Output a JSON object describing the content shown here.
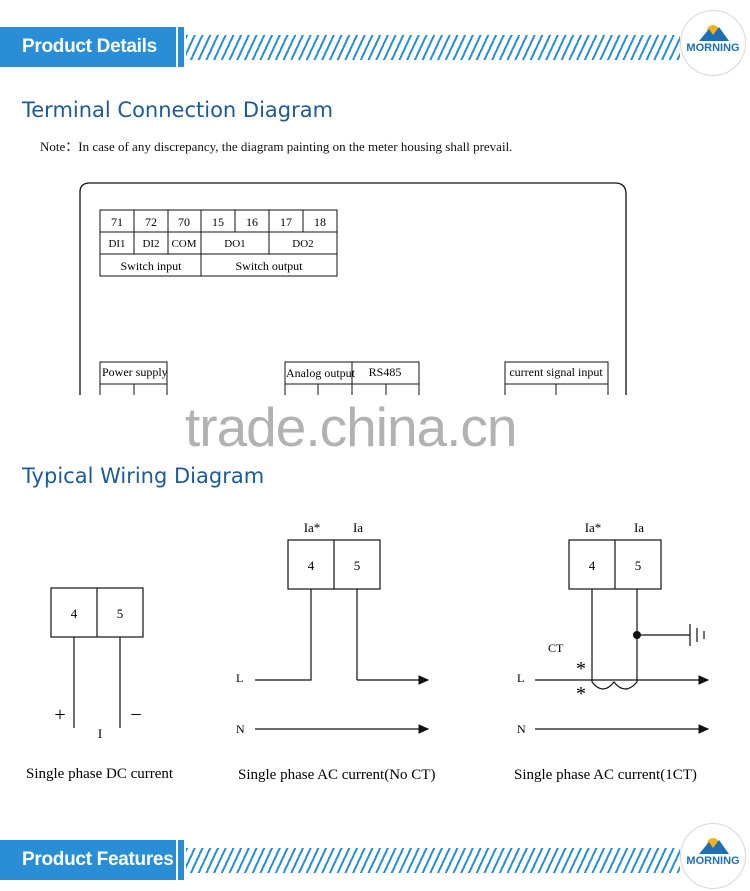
{
  "top_banner": {
    "title": "Product Details"
  },
  "bottom_banner": {
    "title": "Product Features"
  },
  "logo_text": "MORNING",
  "terminal": {
    "heading": "Terminal Connection Diagram",
    "note": "Note：In case of any discrepancy, the diagram painting on the meter housing shall prevail.",
    "numbers": [
      "71",
      "72",
      "70",
      "15",
      "16",
      "17",
      "18"
    ],
    "functions": [
      "DI1",
      "DI2",
      "COM",
      "DO1",
      "DO2"
    ],
    "groups": [
      "Switch input",
      "Switch output"
    ],
    "power_supply": "Power supply",
    "analog_output": "Analog output",
    "rs485": "RS485",
    "current_signal_input": "current signal input"
  },
  "watermark": "trade.china.cn",
  "wiring": {
    "heading": "Typical Wiring Diagram",
    "dc": {
      "t1": "4",
      "t2": "5",
      "plus": "+",
      "minus": "−",
      "current": "I",
      "caption": "Single phase DC current"
    },
    "ac_no_ct": {
      "label1": "Ia*",
      "label2": "Ia",
      "t1": "4",
      "t2": "5",
      "line": "L",
      "neutral": "N",
      "caption": "Single phase AC current(No CT)"
    },
    "ac_1ct": {
      "label1": "Ia*",
      "label2": "Ia",
      "t1": "4",
      "t2": "5",
      "ct": "CT",
      "star": "*",
      "line": "L",
      "neutral": "N",
      "caption": "Single phase AC current(1CT)"
    }
  }
}
